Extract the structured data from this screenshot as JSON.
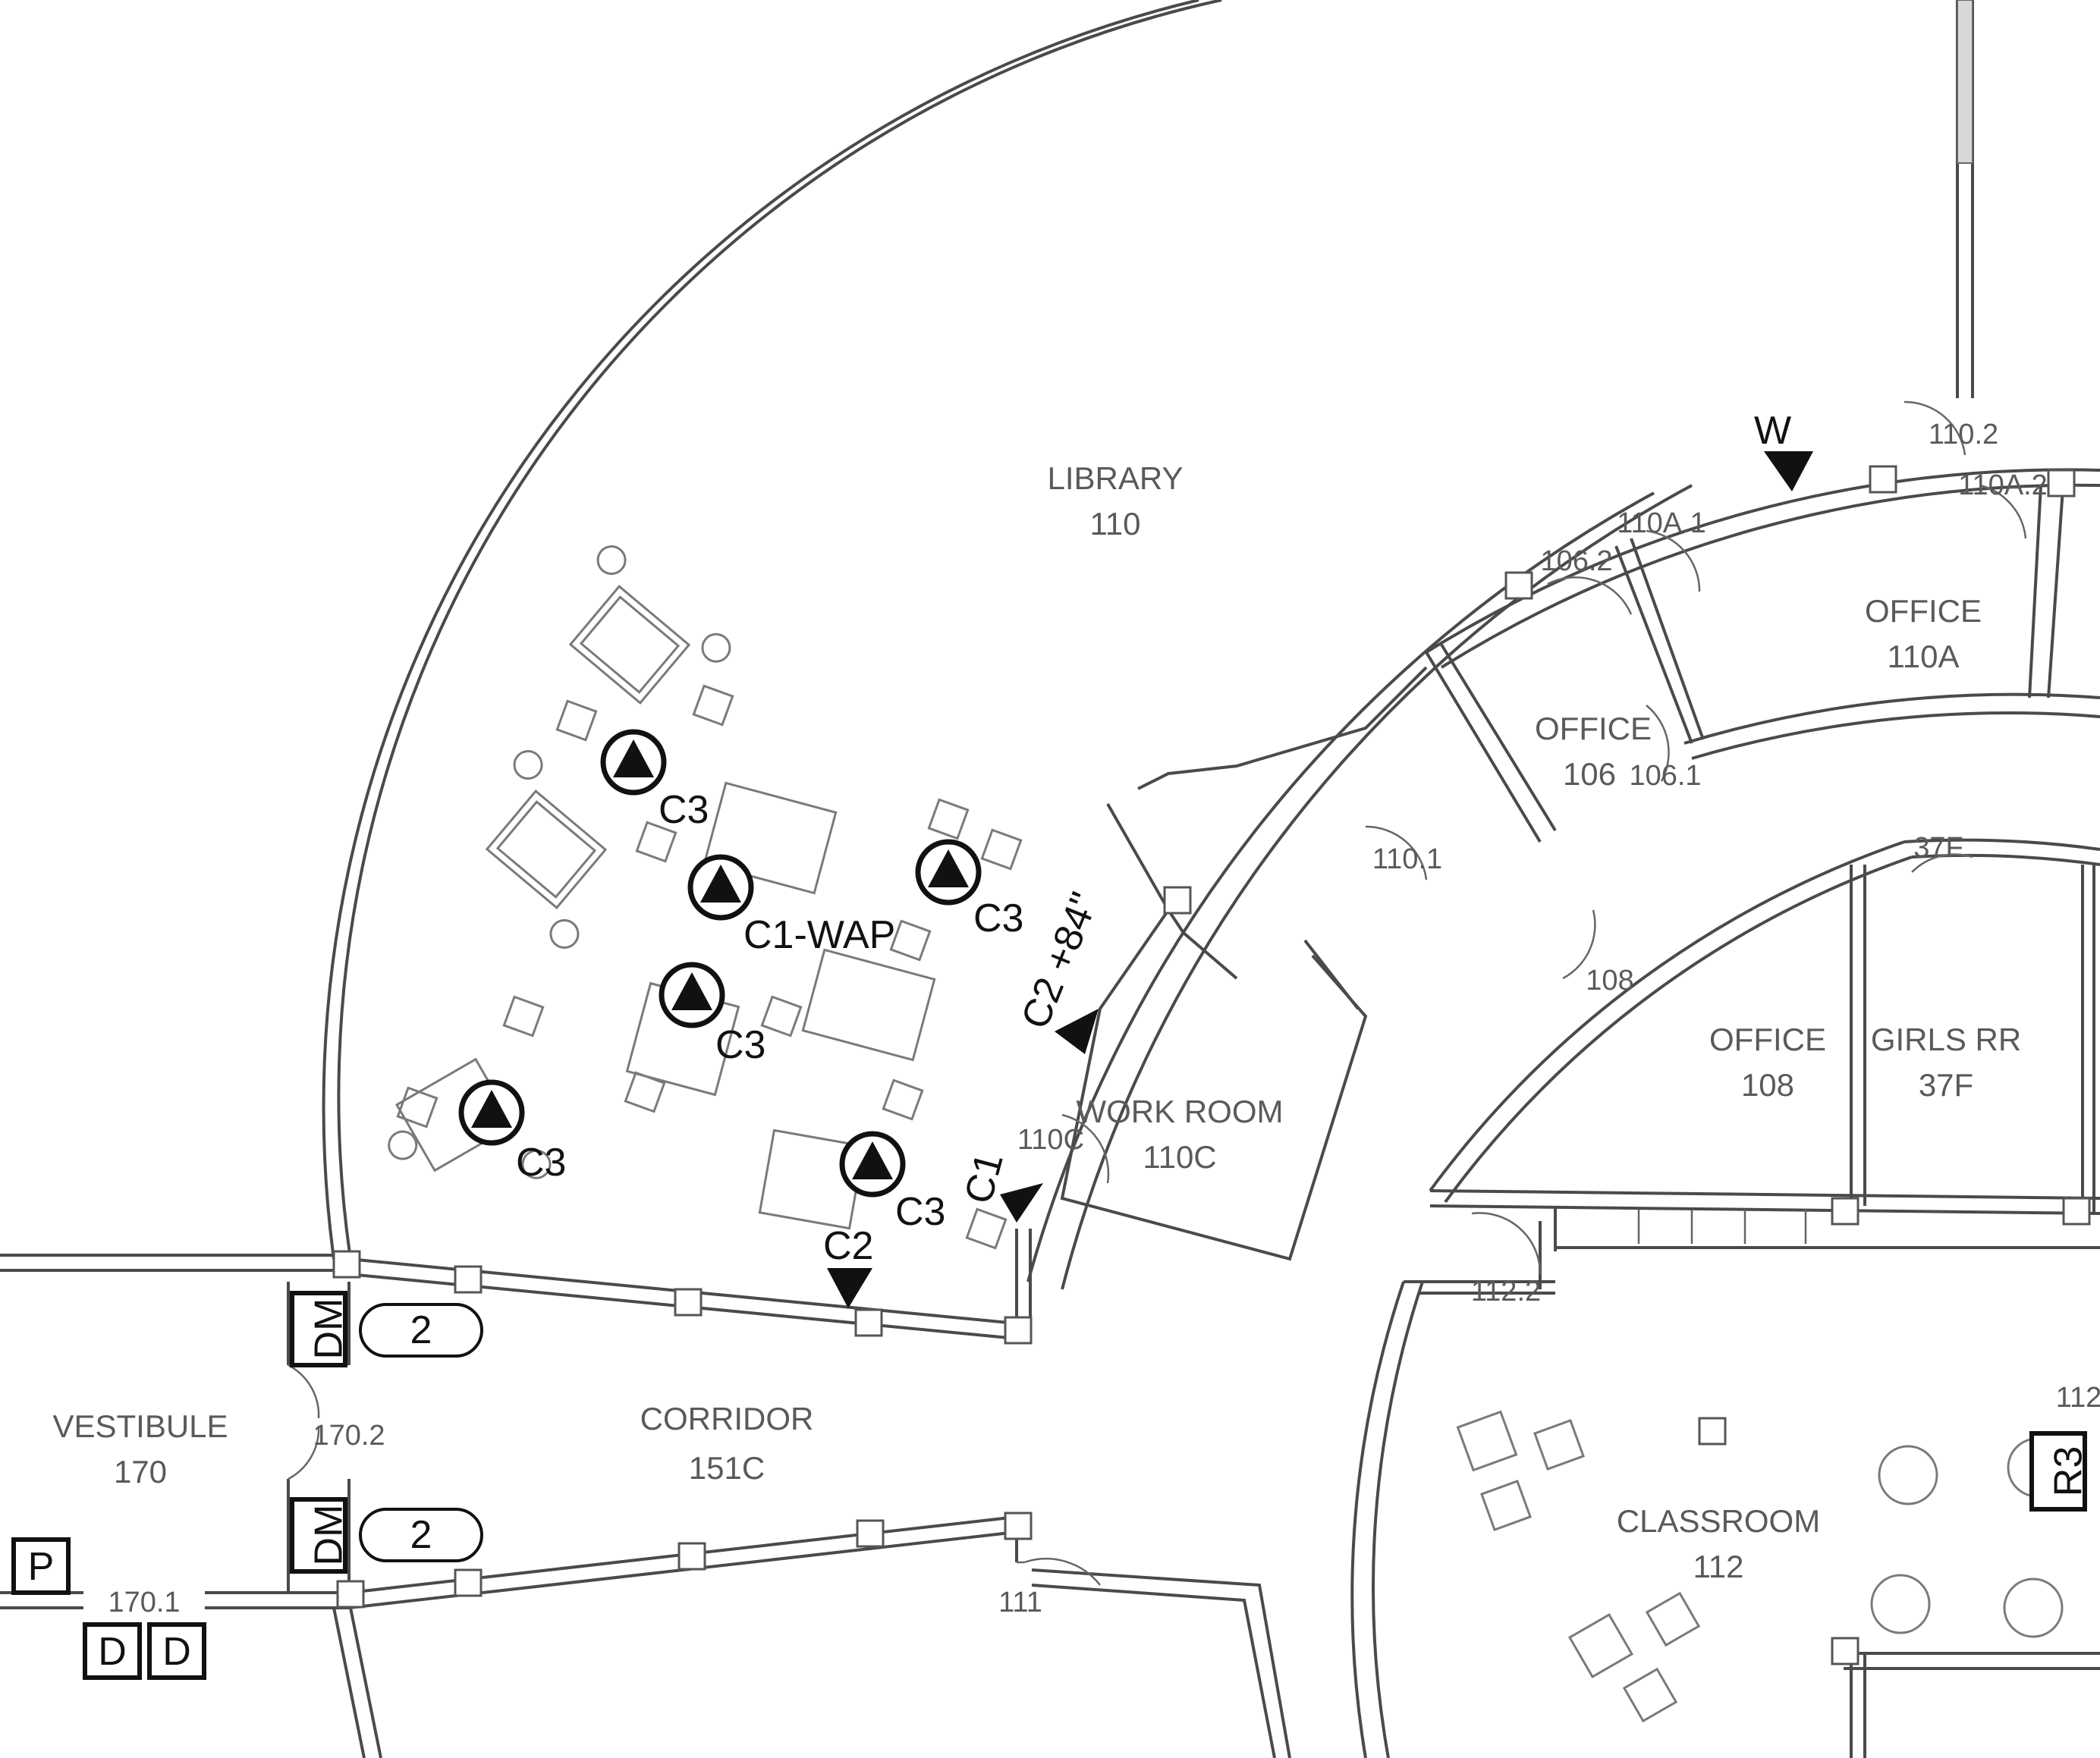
{
  "rooms": [
    {
      "id": "library",
      "name": "LIBRARY",
      "number": "110"
    },
    {
      "id": "office-110a",
      "name": "OFFICE",
      "number": "110A"
    },
    {
      "id": "office-106",
      "name": "OFFICE",
      "number": "106"
    },
    {
      "id": "work-room",
      "name": "WORK ROOM",
      "number": "110C"
    },
    {
      "id": "office-108",
      "name": "OFFICE",
      "number": "108"
    },
    {
      "id": "girls-rr",
      "name": "GIRLS RR",
      "number": "37F"
    },
    {
      "id": "vestibule",
      "name": "VESTIBULE",
      "number": "170"
    },
    {
      "id": "corridor",
      "name": "CORRIDOR",
      "number": "151C"
    },
    {
      "id": "classroom",
      "name": "CLASSROOM",
      "number": "112"
    }
  ],
  "door_tags": [
    "110.2",
    "110A.2",
    "110A.1",
    "106.2",
    "106.1",
    "110.1",
    "37F",
    "108",
    "110C",
    "112.2",
    "170.2",
    "170.1",
    "111",
    "112"
  ],
  "devices": {
    "camera_labels": [
      "C3",
      "C1-WAP",
      "C3",
      "C3",
      "C3",
      "C3"
    ],
    "marker_labels": [
      "W",
      "C2 +84\"",
      "C1",
      "C2"
    ],
    "box_labels": [
      "DM",
      "DM",
      "P",
      "D",
      "D",
      "R3"
    ],
    "pill_labels": [
      "2",
      "2"
    ]
  },
  "colors": {
    "walls": "#4a4a4a",
    "labels": "#5a5a5a",
    "devices": "#111111"
  }
}
